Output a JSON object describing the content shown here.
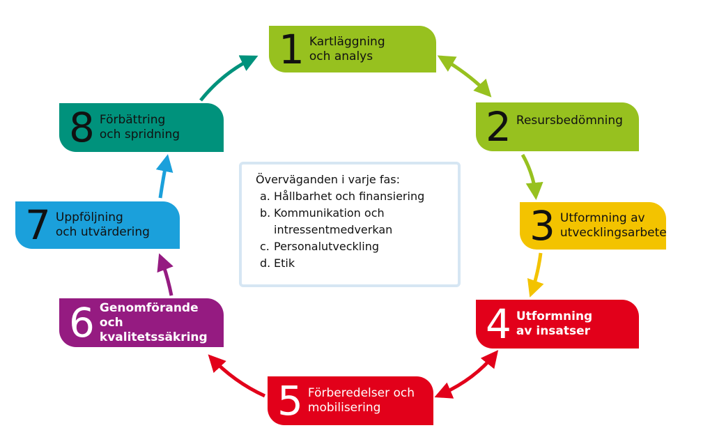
{
  "diagram": {
    "phases": [
      {
        "number": "1",
        "label": "Kartläggning\noch analys",
        "color": "#97c11f"
      },
      {
        "number": "2",
        "label": "Resursbedömning",
        "color": "#97c11f"
      },
      {
        "number": "3",
        "label": "Utformning av\nutvecklingsarbete",
        "color": "#f3c300"
      },
      {
        "number": "4",
        "label": "Utformning\nav insatser",
        "color": "#e2001a"
      },
      {
        "number": "5",
        "label": "Förberedelser och\nmobilisering",
        "color": "#e2001a"
      },
      {
        "number": "6",
        "label": "Genomförande och\nkvalitetssäkring",
        "color": "#951b81"
      },
      {
        "number": "7",
        "label": "Uppföljning\noch utvärdering",
        "color": "#1ba0db"
      },
      {
        "number": "8",
        "label": "Förbättring\noch spridning",
        "color": "#00927c"
      }
    ],
    "considerations": {
      "heading": "Överväganden i varje fas:",
      "items": [
        {
          "letter": "a.",
          "text": "Hållbarhet och finansiering"
        },
        {
          "letter": "b.",
          "text": "Kommunikation och\nintressentmedverkan"
        },
        {
          "letter": "c.",
          "text": "Personalutveckling"
        },
        {
          "letter": "d.",
          "text": "Etik"
        }
      ]
    },
    "arrow_colors": {
      "p1_p2": "#97c11f",
      "p2_p3": "#97c11f",
      "p3_p4": "#f3c300",
      "p4_p5": "#e2001a",
      "p5_p6": "#e2001a",
      "p6_p7": "#951b81",
      "p7_p8": "#1ba0db",
      "p8_p1": "#00927c"
    },
    "border_color": "#d6e6f3"
  }
}
